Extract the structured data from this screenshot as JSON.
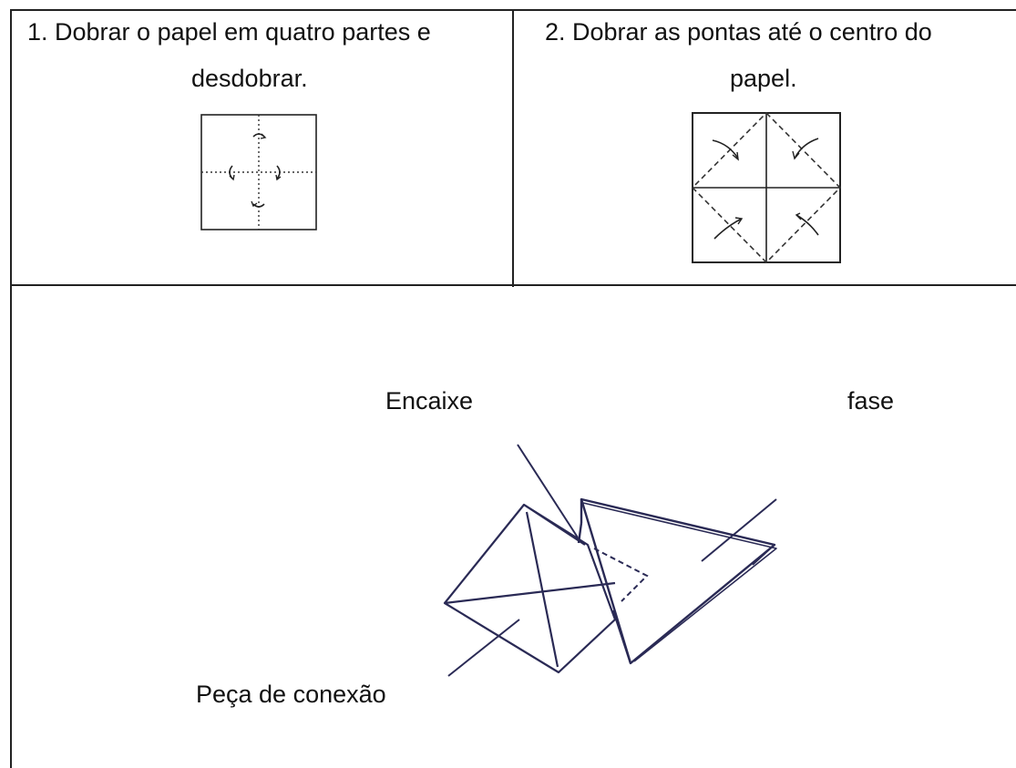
{
  "steps": [
    {
      "line1": "1. Dobrar o papel em quatro partes e",
      "line2": "desdobrar."
    },
    {
      "line1": "2. Dobrar as pontas até o centro do",
      "line2": "papel."
    }
  ],
  "assembly": {
    "label_encaixe": "Encaixe",
    "label_fase": "fase",
    "label_peca": "Peça de conexão"
  },
  "colors": {
    "ink": "#222222",
    "pen": "#2a2a55"
  }
}
